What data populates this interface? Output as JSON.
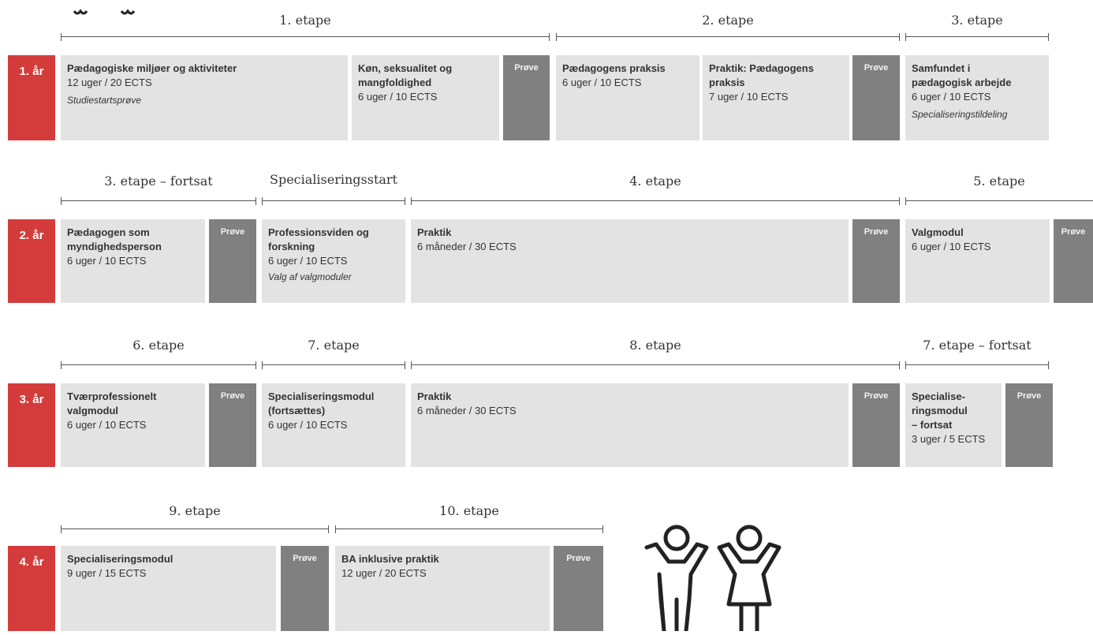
{
  "years": [
    "1. år",
    "2. år",
    "3. år",
    "4. år"
  ],
  "stages": {
    "r1": [
      "1. etape",
      "2. etape",
      "3. etape"
    ],
    "r2": [
      "3. etape – fortsat",
      "Specialiseringsstart",
      "4. etape",
      "5. etape"
    ],
    "r3": [
      "6. etape",
      "7. etape",
      "8. etape",
      "7. etape – fortsat"
    ],
    "r4": [
      "9. etape",
      "10. etape"
    ]
  },
  "prove_label": "Prøve",
  "modules": {
    "r1": [
      {
        "title": "Pædagogiske miljøer og aktiviteter",
        "sub": "12 uger / 20 ECTS",
        "note": "Studiestartsprøve"
      },
      {
        "title": "Køn, seksualitet og\nmangfoldighed",
        "sub": "6 uger / 10 ECTS"
      },
      {
        "title": "Pædagogens praksis",
        "sub": "6 uger / 10 ECTS"
      },
      {
        "title": "Praktik: Pædagogens\npraksis",
        "sub": "7 uger / 10 ECTS"
      },
      {
        "title": "Samfundet i\npædagogisk arbejde",
        "sub": "6 uger / 10 ECTS",
        "note": "Specialiseringstildeling"
      }
    ],
    "r2": [
      {
        "title": "Pædagogen som\nmyndighedsperson",
        "sub": "6 uger / 10 ECTS"
      },
      {
        "title": "Professionsviden og\nforskning",
        "sub": "6 uger / 10 ECTS",
        "note": "Valg af valgmoduler"
      },
      {
        "title": "Praktik",
        "sub": "6 måneder / 30 ECTS"
      },
      {
        "title": "Valgmodul",
        "sub": "6 uger / 10 ECTS"
      }
    ],
    "r3": [
      {
        "title": "Tværprofessionelt\nvalgmodul",
        "sub": "6 uger / 10 ECTS"
      },
      {
        "title": "Specialiseringsmodul\n(fortsættes)",
        "sub": "6 uger / 10 ECTS"
      },
      {
        "title": "Praktik",
        "sub": "6 måneder / 30 ECTS"
      },
      {
        "title": "Specialise-\nringsmodul\n– fortsat",
        "sub": "3 uger / 5 ECTS"
      }
    ],
    "r4": [
      {
        "title": "Specialiseringsmodul",
        "sub": "9 uger / 15 ECTS"
      },
      {
        "title": "BA inklusive praktik",
        "sub": "12 uger / 20 ECTS"
      }
    ]
  },
  "colors": {
    "year": "#d43b3b",
    "box": "#e3e3e3",
    "prove": "#808080"
  }
}
